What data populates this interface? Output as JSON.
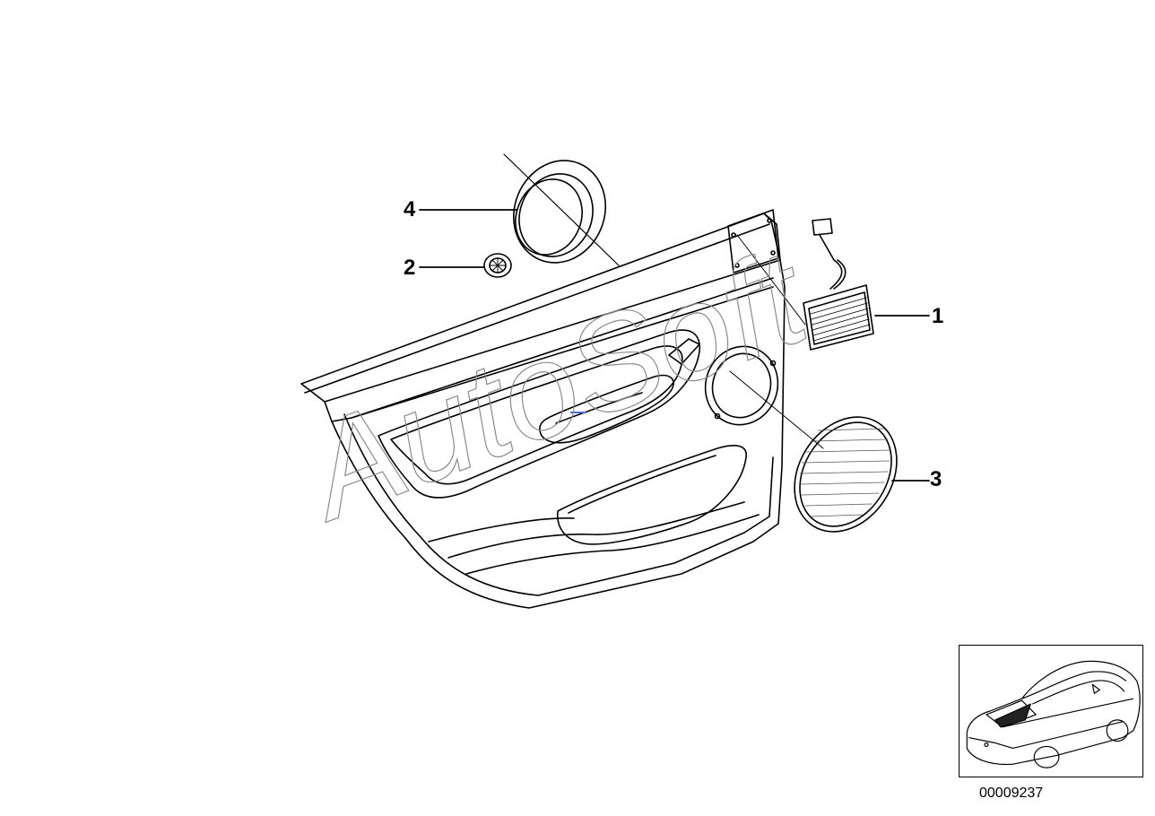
{
  "diagram": {
    "callouts": {
      "c1": "1",
      "c2": "2",
      "c3": "3",
      "c4": "4"
    },
    "diagram_number": "00009237",
    "watermark": "AutoSoft",
    "colors": {
      "line": "#000000",
      "background": "#ffffff",
      "grille": "#555555"
    }
  }
}
